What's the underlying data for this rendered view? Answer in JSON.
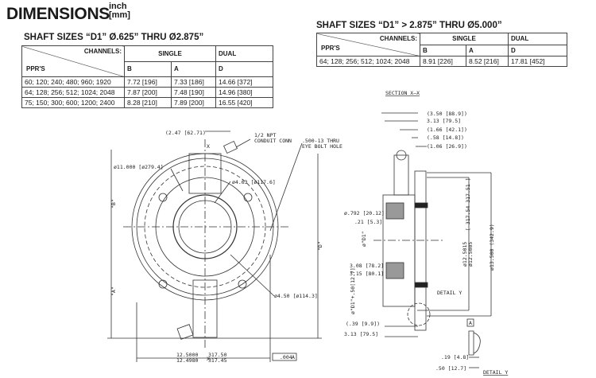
{
  "header": {
    "title": "DIMENSIONS",
    "unit_inch": "inch",
    "unit_mm": "[mm]"
  },
  "table1": {
    "title": "SHAFT SIZES “D1” Ø.625” THRU Ø2.875”",
    "channels_label": "CHANNELS:",
    "ppr_label": "PPR'S",
    "single": "SINGLE",
    "dual": "DUAL",
    "col_b": "B",
    "col_a": "A",
    "col_d": "D",
    "rows": [
      {
        "ppr": "60; 120; 240; 480; 960; 1920",
        "b": "7.72 [196]",
        "a": "7.33 [186]",
        "d": "14.66 [372]"
      },
      {
        "ppr": "64; 128; 256; 512; 1024; 2048",
        "b": "7.87 [200]",
        "a": "7.48 [190]",
        "d": "14.96 [380]"
      },
      {
        "ppr": "75; 150; 300; 600; 1200; 2400",
        "b": "8.28 [210]",
        "a": "7.89 [200]",
        "d": "16.55 [420]"
      }
    ]
  },
  "table2": {
    "title": "SHAFT SIZES “D1” > 2.875” THRU Ø5.000”",
    "channels_label": "CHANNELS:",
    "ppr_label": "PPR'S",
    "single": "SINGLE",
    "dual": "DUAL",
    "col_b": "B",
    "col_a": "A",
    "col_d": "D",
    "rows": [
      {
        "ppr": "64; 128; 256; 512; 1024; 2048",
        "b": "8.91 [226]",
        "a": "8.52 [216]",
        "d": "17.81 [452]"
      }
    ]
  },
  "front_view": {
    "dim_247": "(2.47 [62.71)",
    "conduit_1": "1/2 NPT",
    "conduit_2": "CONDUIT CONN",
    "eyebolt_1": ".500-13 THRU",
    "eyebolt_2": "EYE BOLT HOLE",
    "dia_11": "ø11.000 [ø279.4]",
    "dia_463": "ø4.63 [ø117.6]",
    "dia_450": "ø4.50 [ø114.3]",
    "dim_b": "\"B\"",
    "dim_a": "\"A\"",
    "dim_d": "\"D\"",
    "section_mark": "X",
    "width_1": "12.5000",
    "width_2": "12.4980",
    "width_mm1": "317.50",
    "width_mm2": "317.45",
    "tolerance": ".004",
    "datum": "A"
  },
  "section_view": {
    "title": "SECTION X–X",
    "dims": [
      "(3.50 [88.9])",
      "3.13 [79.5]",
      "(1.66 [42.1])",
      "(.58 [14.8])",
      "(1.06 [26.9])"
    ],
    "dim_792": "ø.792 [20.12]",
    "dim_21": ".21 [5.3]",
    "dim_308": "3.08 [78.2]",
    "dim_315": "3.15 [80.1]",
    "dim_d1": "ø\"D1\"+.50[12.7]",
    "dim_d1_top": "ø\"D1\"",
    "dim_039": "(.39 [9.9])",
    "dim_313b": "3.13 [79.5]",
    "dia_12_1": "ø12.5015",
    "dia_12_2": "ø12.5005",
    "dia_12_mm": "[ 317.54  317.51 ]",
    "dia_135": "ø13.500 (342.9)",
    "detail_y_callout": "DETAIL Y"
  },
  "detail_y": {
    "datum": "A",
    "dim_019": ".19 [4.8]",
    "dim_050": ".50 [12.7]",
    "title": "DETAIL Y"
  }
}
